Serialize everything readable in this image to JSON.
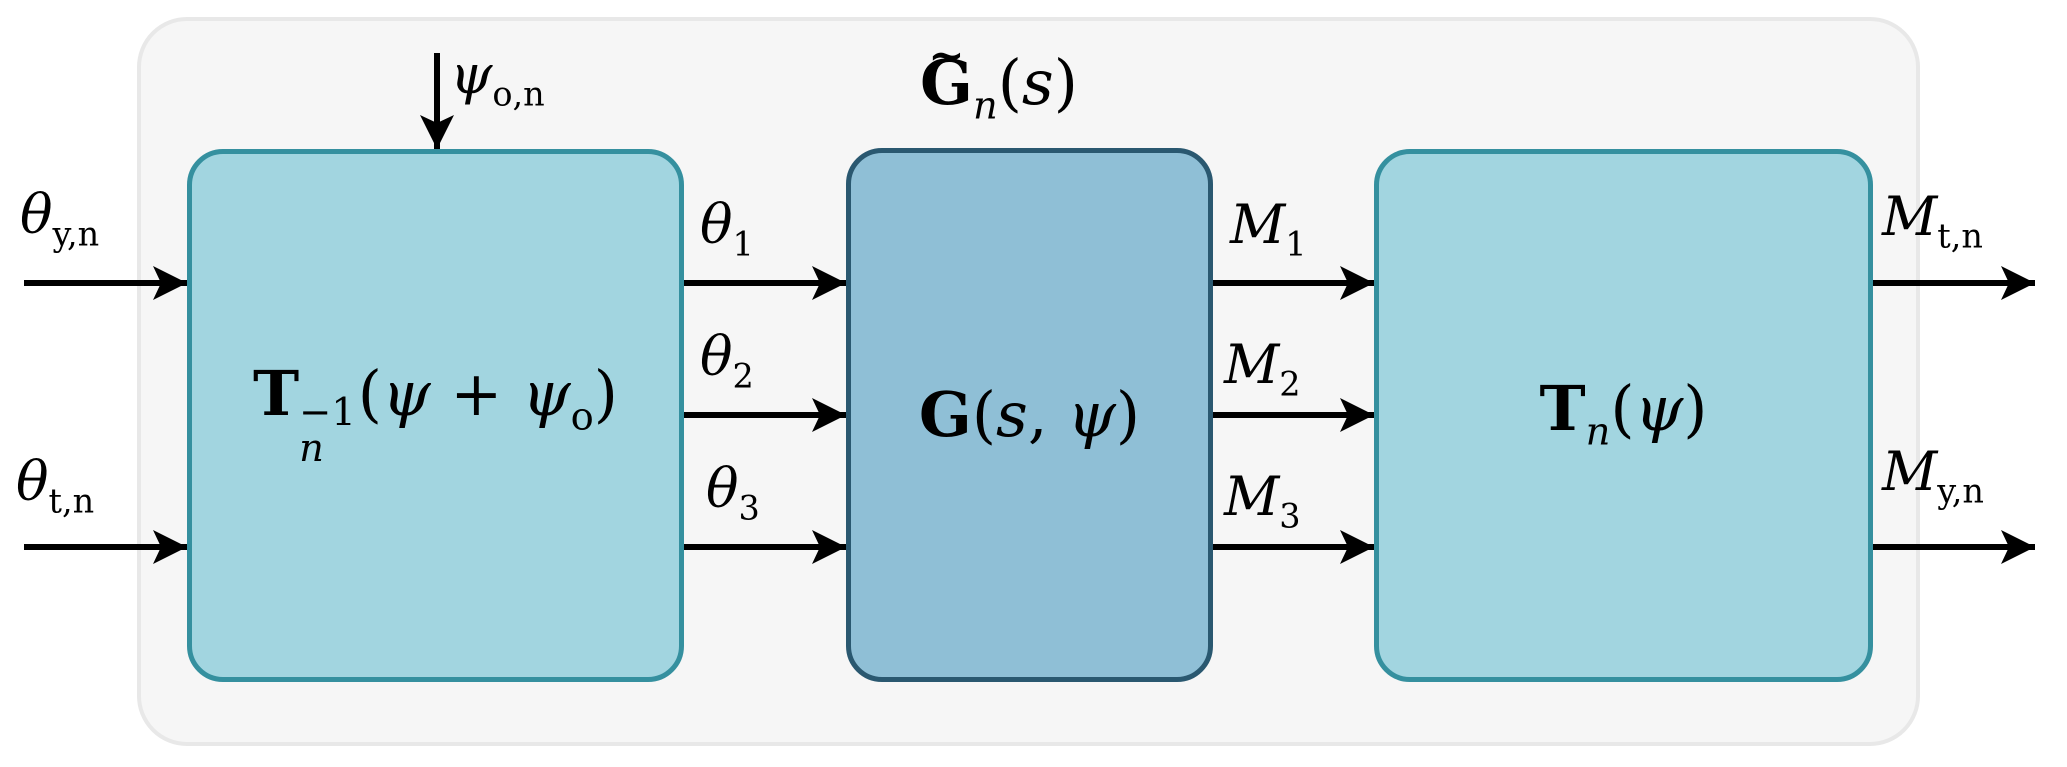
{
  "colors": {
    "panel_fill": "#f6f6f6",
    "panel_border": "#e8e8e8",
    "transform_fill": "#a2d5e0",
    "transform_border": "#35909f",
    "plant_fill": "#8fbfd6",
    "plant_border": "#2a5870",
    "arrow": "#000000"
  },
  "blocks": {
    "inverse_transform": {
      "symbol": "T",
      "sup": "−1",
      "sub": "n",
      "open": "(",
      "arg1": "ψ",
      "plus": " + ",
      "arg2": "ψ",
      "arg2_sub": "o",
      "close": ")"
    },
    "plant": {
      "symbol": "G",
      "open": "(",
      "arg1": "s",
      "comma": ", ",
      "arg2": "ψ",
      "close": ")"
    },
    "transform": {
      "symbol": "T",
      "sub": "n",
      "open": "(",
      "arg": "ψ",
      "close": ")"
    }
  },
  "group_label": {
    "symbol": "G",
    "sub": "n",
    "open": "(",
    "arg": "s",
    "close": ")"
  },
  "signals": {
    "inputs": [
      {
        "base": "θ",
        "sub": "y,n"
      },
      {
        "base": "θ",
        "sub": "t,n"
      }
    ],
    "offset": {
      "base": "ψ",
      "sub": "o,n"
    },
    "angles": [
      {
        "base": "θ",
        "sub": "1"
      },
      {
        "base": "θ",
        "sub": "2"
      },
      {
        "base": "θ",
        "sub": "3"
      }
    ],
    "moments": [
      {
        "base": "M",
        "sub": "1"
      },
      {
        "base": "M",
        "sub": "2"
      },
      {
        "base": "M",
        "sub": "3"
      }
    ],
    "outputs": [
      {
        "base": "M",
        "sub": "t,n"
      },
      {
        "base": "M",
        "sub": "y,n"
      }
    ]
  }
}
